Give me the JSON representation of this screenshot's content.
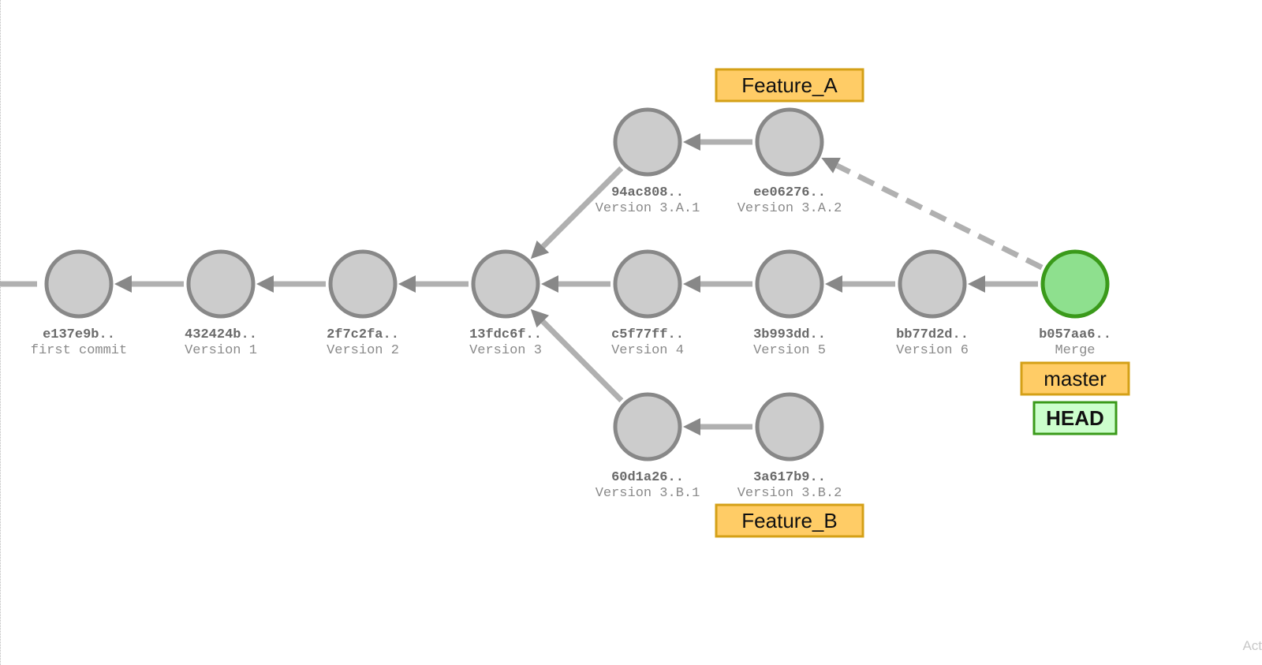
{
  "graph": {
    "commits": [
      {
        "id": "e137e9b",
        "hash": "e137e9b..",
        "message": "first commit",
        "head": false
      },
      {
        "id": "432424b",
        "hash": "432424b..",
        "message": "Version 1",
        "head": false
      },
      {
        "id": "2f7c2fa",
        "hash": "2f7c2fa..",
        "message": "Version 2",
        "head": false
      },
      {
        "id": "13fdc6f",
        "hash": "13fdc6f..",
        "message": "Version 3",
        "head": false
      },
      {
        "id": "94ac808",
        "hash": "94ac808..",
        "message": "Version 3.A.1",
        "head": false
      },
      {
        "id": "ee06276",
        "hash": "ee06276..",
        "message": "Version 3.A.2",
        "head": false
      },
      {
        "id": "c5f77ff",
        "hash": "c5f77ff..",
        "message": "Version 4",
        "head": false
      },
      {
        "id": "3b993dd",
        "hash": "3b993dd..",
        "message": "Version 5",
        "head": false
      },
      {
        "id": "bb77d2d",
        "hash": "bb77d2d..",
        "message": "Version 6",
        "head": false
      },
      {
        "id": "b057aa6",
        "hash": "b057aa6..",
        "message": "Merge",
        "head": true
      },
      {
        "id": "60d1a26",
        "hash": "60d1a26..",
        "message": "Version 3.B.1",
        "head": false
      },
      {
        "id": "3a617b9",
        "hash": "3a617b9..",
        "message": "Version 3.B.2",
        "head": false
      }
    ],
    "edges": [
      {
        "from": "432424b",
        "to": "e137e9b",
        "dashed": false
      },
      {
        "from": "2f7c2fa",
        "to": "432424b",
        "dashed": false
      },
      {
        "from": "13fdc6f",
        "to": "2f7c2fa",
        "dashed": false
      },
      {
        "from": "94ac808",
        "to": "13fdc6f",
        "dashed": false
      },
      {
        "from": "ee06276",
        "to": "94ac808",
        "dashed": false
      },
      {
        "from": "c5f77ff",
        "to": "13fdc6f",
        "dashed": false
      },
      {
        "from": "3b993dd",
        "to": "c5f77ff",
        "dashed": false
      },
      {
        "from": "bb77d2d",
        "to": "3b993dd",
        "dashed": false
      },
      {
        "from": "b057aa6",
        "to": "bb77d2d",
        "dashed": false
      },
      {
        "from": "b057aa6",
        "to": "ee06276",
        "dashed": true
      },
      {
        "from": "60d1a26",
        "to": "13fdc6f",
        "dashed": false
      },
      {
        "from": "3a617b9",
        "to": "60d1a26",
        "dashed": false
      }
    ],
    "branches": [
      {
        "name": "Feature_A",
        "commit": "ee06276"
      },
      {
        "name": "Feature_B",
        "commit": "3a617b9"
      },
      {
        "name": "master",
        "commit": "b057aa6"
      }
    ],
    "head_label": "HEAD",
    "colors": {
      "node_fill": "#cccccc",
      "node_stroke": "#888888",
      "head_fill": "#8ee08e",
      "head_stroke": "#3a9a1a",
      "edge": "#b0b0b0",
      "arrow": "#888888",
      "branch_fill": "#ffcc66",
      "branch_stroke": "#d4a017",
      "head_label_fill": "#ccffcc",
      "head_label_stroke": "#3a9a1a"
    }
  },
  "corner_text": "Act"
}
